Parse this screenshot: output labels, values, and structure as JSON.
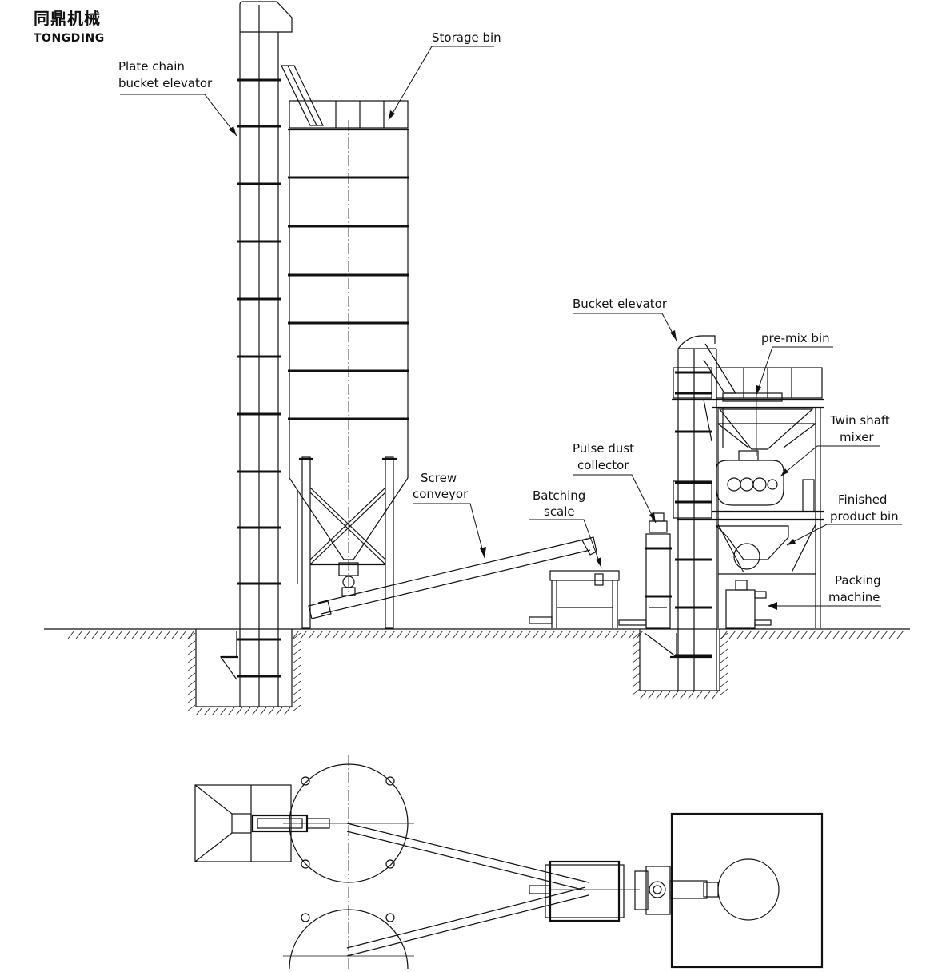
{
  "logo": {
    "chinese": "同鼎机械",
    "english": "TONGDING"
  },
  "labels": {
    "plate_chain_line1": "Plate chain",
    "plate_chain_line2": "bucket elevator",
    "storage_bin": "Storage bin",
    "screw_line1": "Screw",
    "screw_line2": "conveyor",
    "batching_line1": "Batching",
    "batching_line2": "scale",
    "pulse_line1": "Pulse dust",
    "pulse_line2": "collector",
    "bucket_elevator": "Bucket elevator",
    "premix_bin": "pre-mix bin",
    "twin_line1": "Twin shaft",
    "twin_line2": "mixer",
    "finished_line1": "Finished",
    "finished_line2": "product bin",
    "packing_line1": "Packing",
    "packing_line2": "machine"
  },
  "colors": {
    "line": "#111111",
    "background": "#ffffff"
  }
}
